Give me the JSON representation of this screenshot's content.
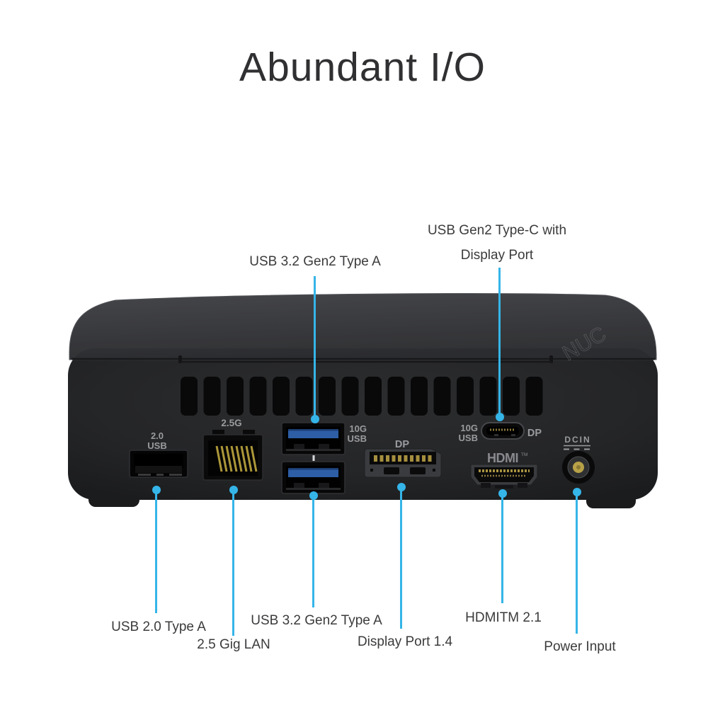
{
  "title": "Abundant I/O",
  "callouts": {
    "usb32_top": "USB 3.2 Gen2 Type A",
    "usbc_line1": "USB Gen2 Type-C with",
    "usbc_line2": "Display Port",
    "usb20": "USB 2.0 Type A",
    "lan": "2.5 Gig LAN",
    "usb32_bottom": "USB 3.2 Gen2 Type A",
    "displayport": "Display Port 1.4",
    "hdmi": "HDMITM 2.1",
    "power": "Power Input"
  },
  "chassis_labels": {
    "usb20_line1": "2.0",
    "usb20_line2": "USB",
    "lan": "2.5G",
    "usb10g_left_line1": "10G",
    "usb10g_left_line2": "USB",
    "dp_left": "DP",
    "usb10g_right_line1": "10G",
    "usb10g_right_line2": "USB",
    "dp_right": "DP",
    "hdmi": "HDMI",
    "hdmi_tm": "TM",
    "dcin": "DCIN",
    "top_logo": "NUC"
  },
  "colors": {
    "accent": "#35b5e8",
    "background": "#ffffff",
    "title_text": "#303032",
    "callout_text": "#3b3b3d",
    "chassis_body": "#242527",
    "chassis_top": "#383a3e",
    "port_label_text": "#9a9b9e",
    "usb_blue": "#2d5ea6",
    "pin_gold": "#ac9739"
  }
}
